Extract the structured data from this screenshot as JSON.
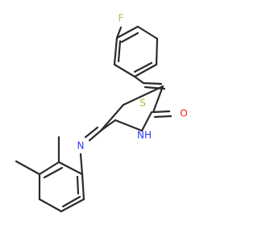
{
  "molecule": {
    "atoms": {
      "fluorine": {
        "label": "F",
        "color": "#94c95a"
      },
      "sulfur": {
        "label": "S",
        "color": "#b8b338"
      },
      "oxygen": {
        "label": "O",
        "color": "#ff1b1b"
      },
      "nitrogen_nh": {
        "label": "NH",
        "color": "#2b3bff"
      },
      "nitrogen_imine": {
        "label": "N",
        "color": "#2b3bff"
      }
    },
    "bond_color": "#2b2b2b"
  }
}
